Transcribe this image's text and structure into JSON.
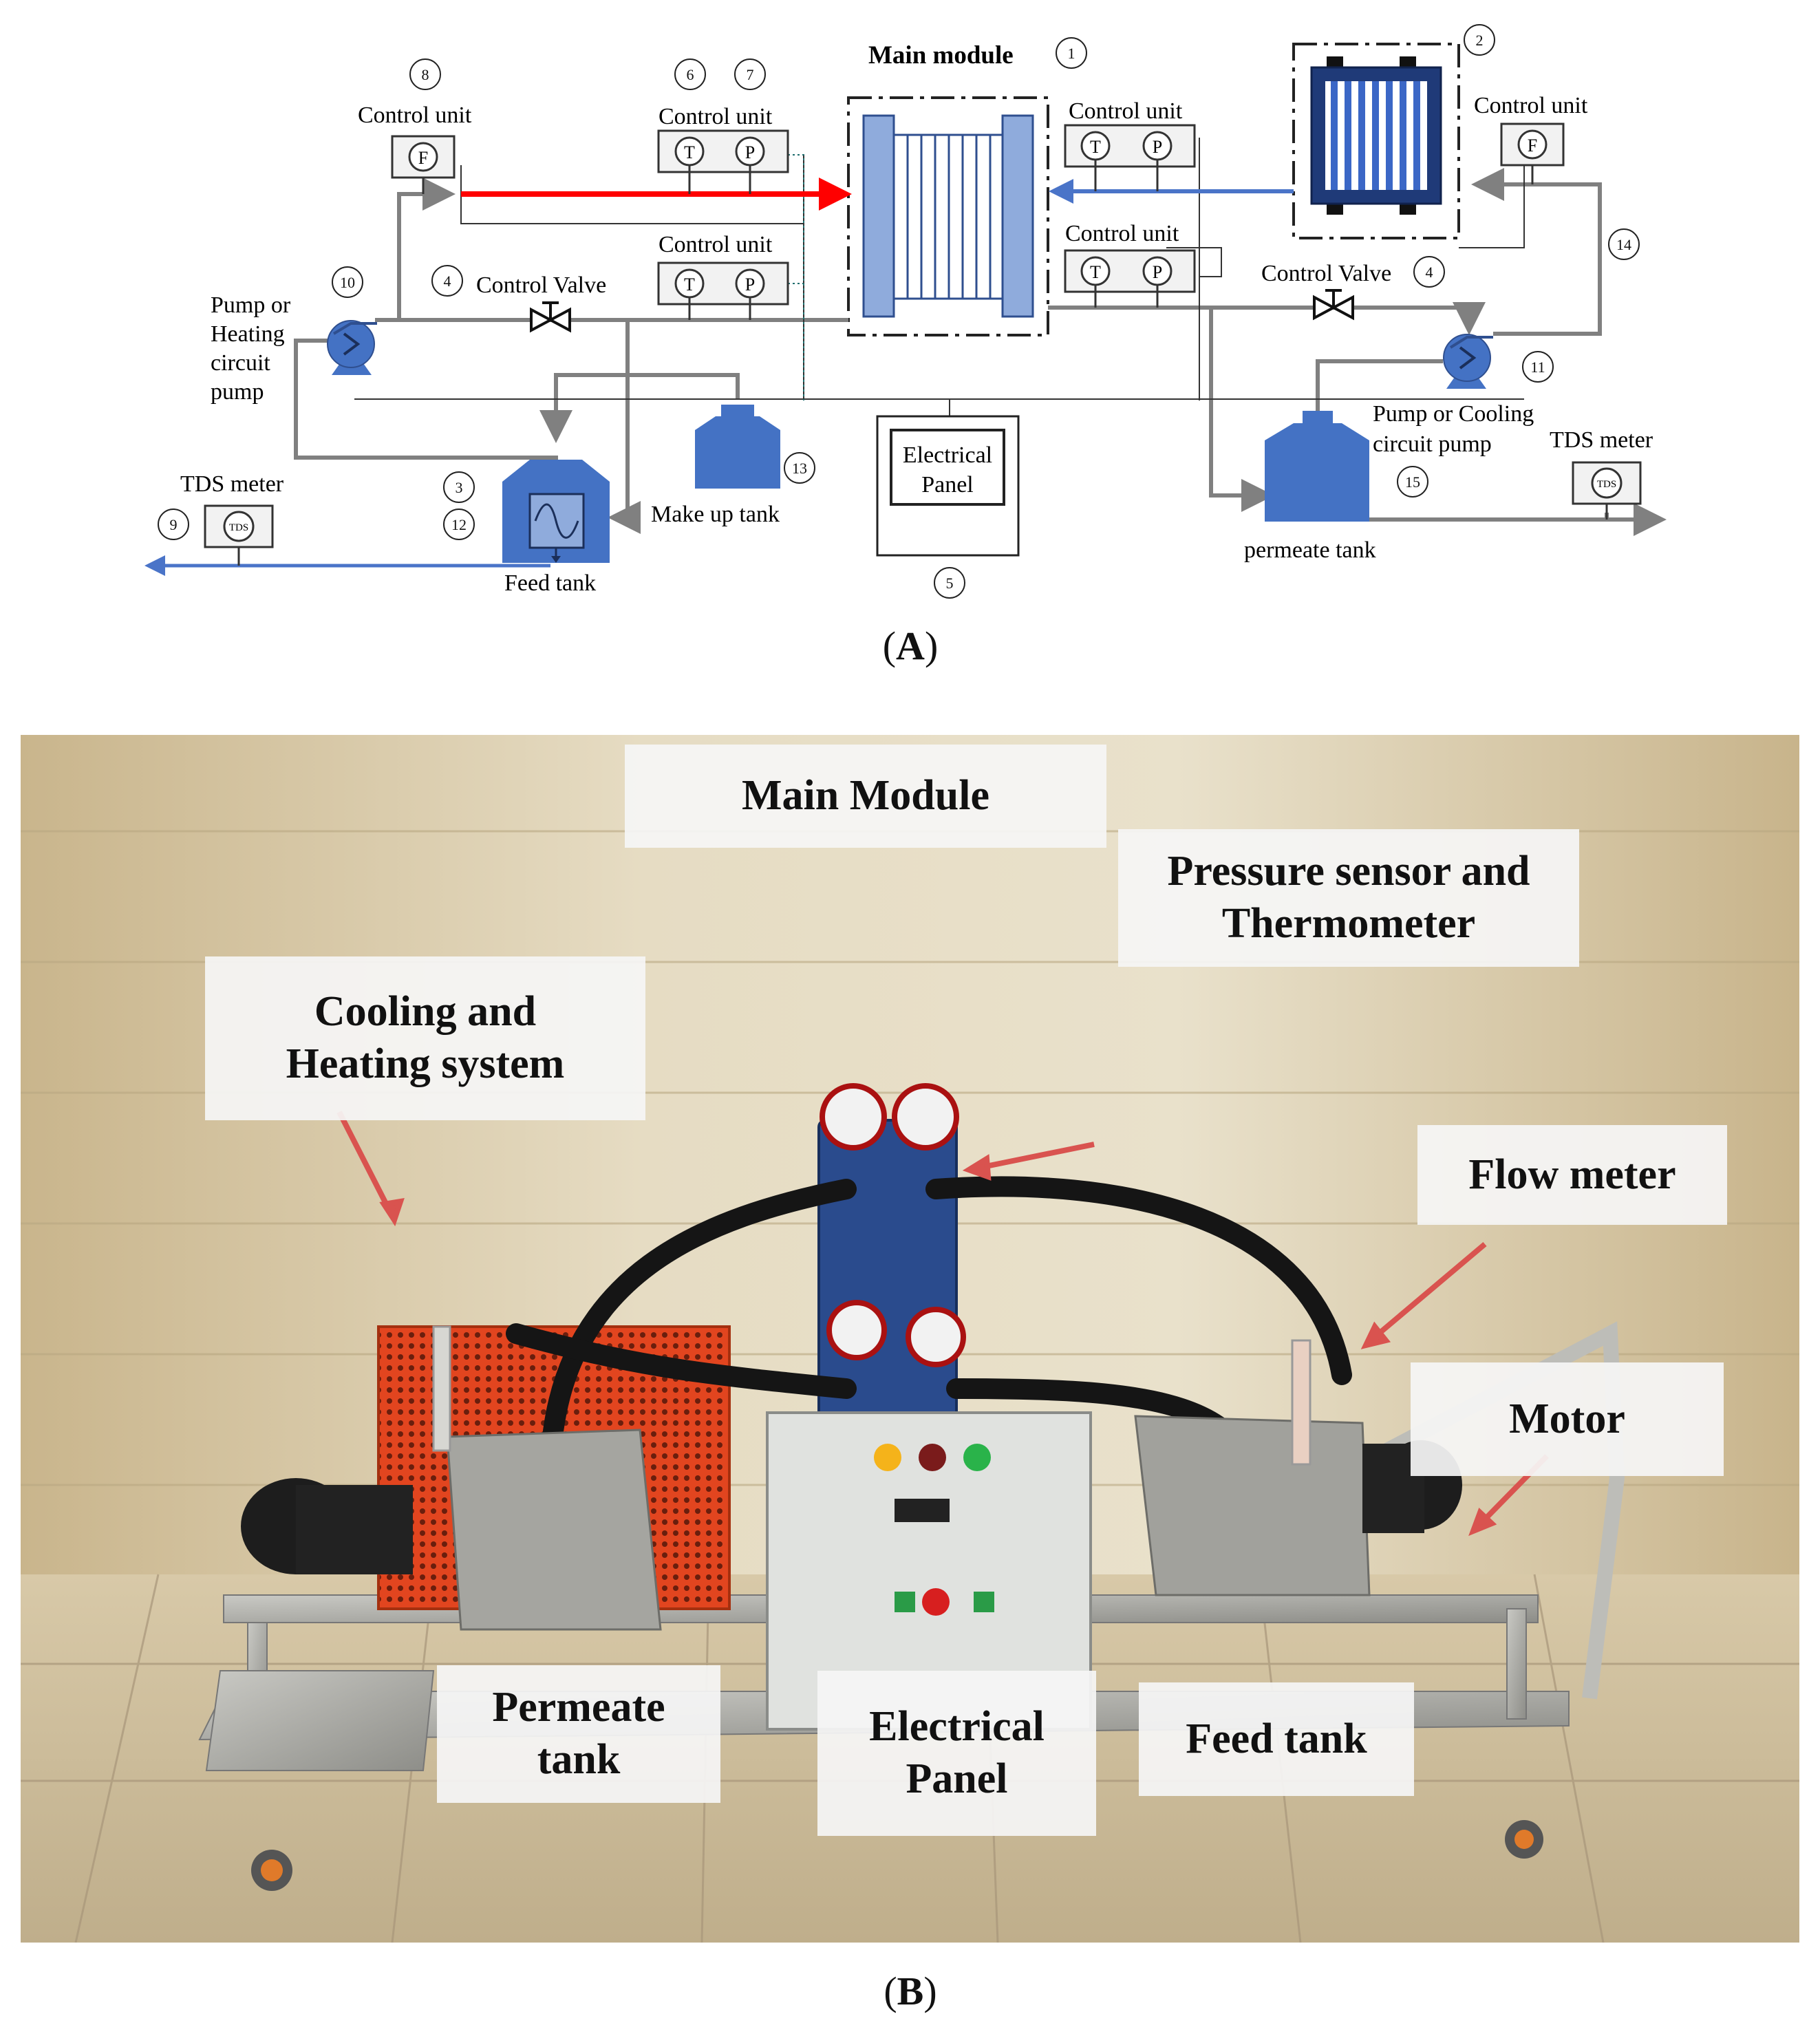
{
  "schematic": {
    "main_module_title": "Main module",
    "control_unit": "Control unit",
    "control_valve": "Control Valve",
    "pump_heating": [
      "Pump or",
      "Heating",
      "circuit",
      "pump"
    ],
    "pump_cooling": [
      "Pump or Cooling",
      "circuit pump"
    ],
    "tds_meter": "TDS meter",
    "tds_badge": "TDS",
    "feed_tank": "Feed tank",
    "makeup_tank": "Make up tank",
    "permeate_tank": "permeate tank",
    "electrical_panel": [
      "Electrical",
      "Panel"
    ],
    "sensor_T": "T",
    "sensor_P": "P",
    "sensor_F": "F",
    "numbers": [
      "1",
      "2",
      "3",
      "4",
      "5",
      "6",
      "7",
      "8",
      "9",
      "10",
      "11",
      "12",
      "13",
      "14",
      "15"
    ]
  },
  "caption_a": "A",
  "caption_b": "B",
  "photo": {
    "labels": {
      "main_module": "Main Module",
      "pressure_sensor": [
        "Pressure sensor and",
        "Thermometer"
      ],
      "cooling_heating": [
        "Cooling and",
        "Heating system"
      ],
      "flow_meter": "Flow meter",
      "motor": "Motor",
      "permeate_tank": [
        "Permeate",
        "tank"
      ],
      "electrical_panel": [
        "Electrical",
        "Panel"
      ],
      "feed_tank": "Feed tank"
    }
  },
  "colors": {
    "component_blue": "#4472c4",
    "pipe_gray": "#808080",
    "hot_line_red": "#ff0000",
    "cold_line_blue": "#4a74c8",
    "arrow_red": "#d9534f"
  }
}
